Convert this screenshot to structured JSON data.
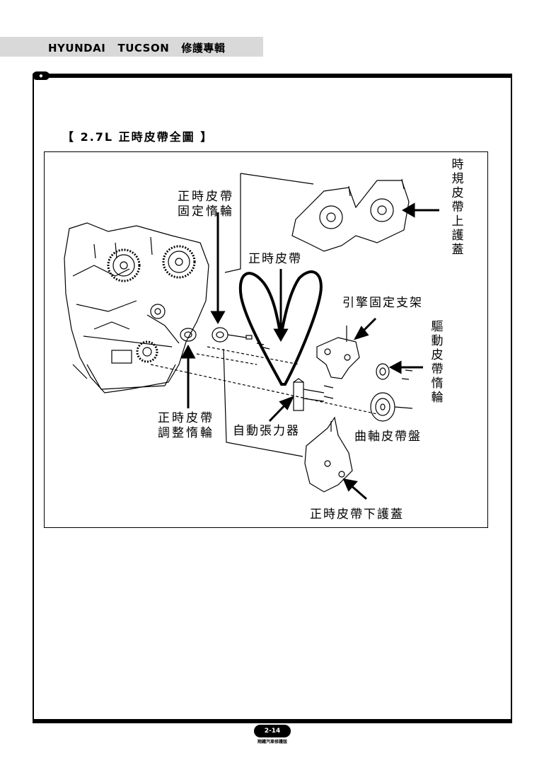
{
  "header": {
    "title": "HYUNDAI   TUCSON   修護專輯"
  },
  "section_title": "【 2.7L 正時皮帶全圖 】",
  "figure": {
    "labels": {
      "upper_cover": "時規皮帶上護蓋",
      "fixed_idler": "正時皮帶固定惰輪",
      "timing_belt": "正時皮帶",
      "engine_bracket": "引擎固定支架",
      "drive_belt_idler": "驅動皮帶惰輪",
      "adjust_idler": "正時皮帶調整惰輪",
      "auto_tensioner": "自動張力器",
      "crank_pulley": "曲軸皮帶盤",
      "lower_cover": "正時皮帶下護蓋"
    }
  },
  "footer": {
    "page_number": "2-14",
    "publisher": "翔鐵汽車修護版"
  }
}
